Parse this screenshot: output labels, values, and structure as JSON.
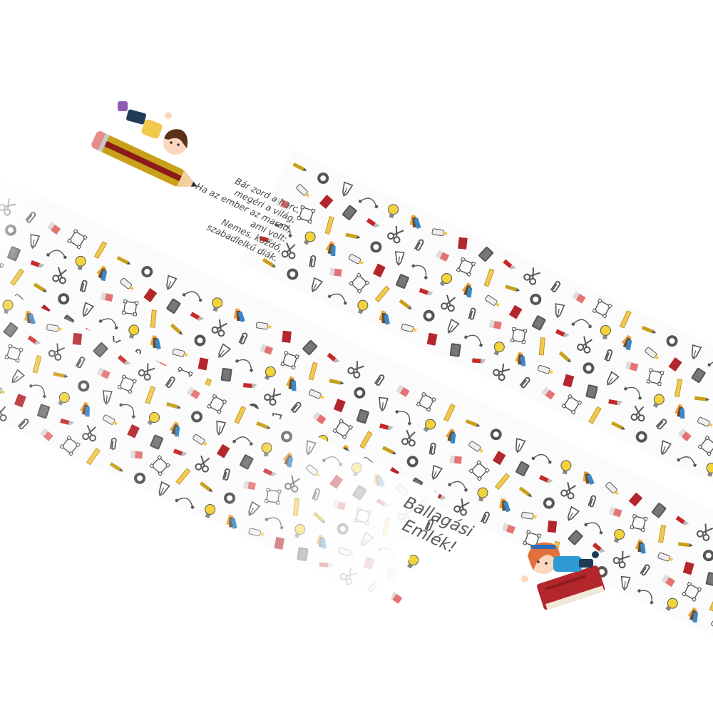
{
  "poem": {
    "lines": [
      "Bár zord a harc,",
      "megéri a világ,",
      "Ha az ember az marad,",
      "ami volt:",
      "Nemes, küzdő,",
      "szabadlelkű diák."
    ]
  },
  "title": {
    "line1": "Ballagási",
    "line2": "Emlék!"
  },
  "icons": [
    "scissors-icon",
    "paperclip-icon",
    "eraser-icon",
    "frame-icon",
    "ruler-icon",
    "pencil-icon",
    "aperture-icon",
    "fountain-pen-icon",
    "bezier-curve-icon",
    "light-bulb-icon",
    "color-swatch-icon",
    "glue-tube-icon",
    "book-icon",
    "tablet-icon",
    "cutter-icon"
  ],
  "colors": {
    "pencil_body": "#c8a019",
    "pencil_stripe": "#8b1a1a",
    "book_red": "#b3262b",
    "bulb_yellow": "#f2d43a",
    "text": "#4a4a4a"
  }
}
